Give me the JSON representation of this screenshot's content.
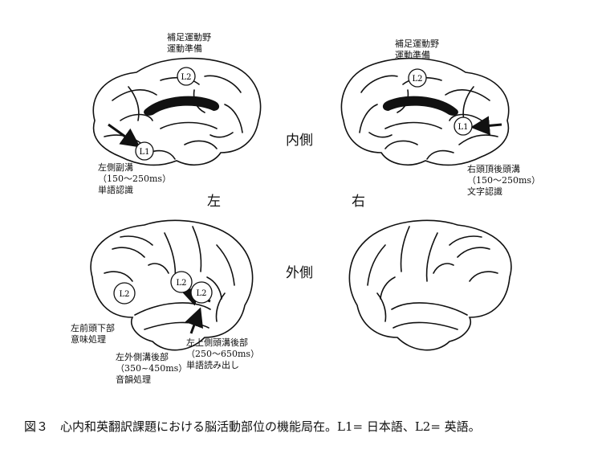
{
  "labels": {
    "left_medial_top": [
      "補足運動野",
      "運動準備"
    ],
    "right_medial_top": [
      "補足運動野",
      "運動準備"
    ],
    "left_medial_bottom": [
      "左側副溝",
      "（150～250ms）",
      "単語認識"
    ],
    "right_medial_bottom": [
      "右頭頂後頭溝",
      "（150～250ms）",
      "文字認識"
    ],
    "left_lateral_a": [
      "左前頭下部",
      "意味処理"
    ],
    "left_lateral_b": [
      "左外側溝後部",
      "（350~450ms）",
      "音韻処理"
    ],
    "left_lateral_c": [
      "左上側頭溝後部",
      "（250～650ms）",
      "単語読み出し"
    ]
  },
  "center": {
    "medial": "内側",
    "lateral": "外側",
    "left": "左",
    "right": "右"
  },
  "markers": {
    "l1": "L1",
    "l2": "L2"
  },
  "caption": "図３　心内和英翻訳課題における脳活動部位の機能局在。L1= 日本語、L2= 英語。"
}
